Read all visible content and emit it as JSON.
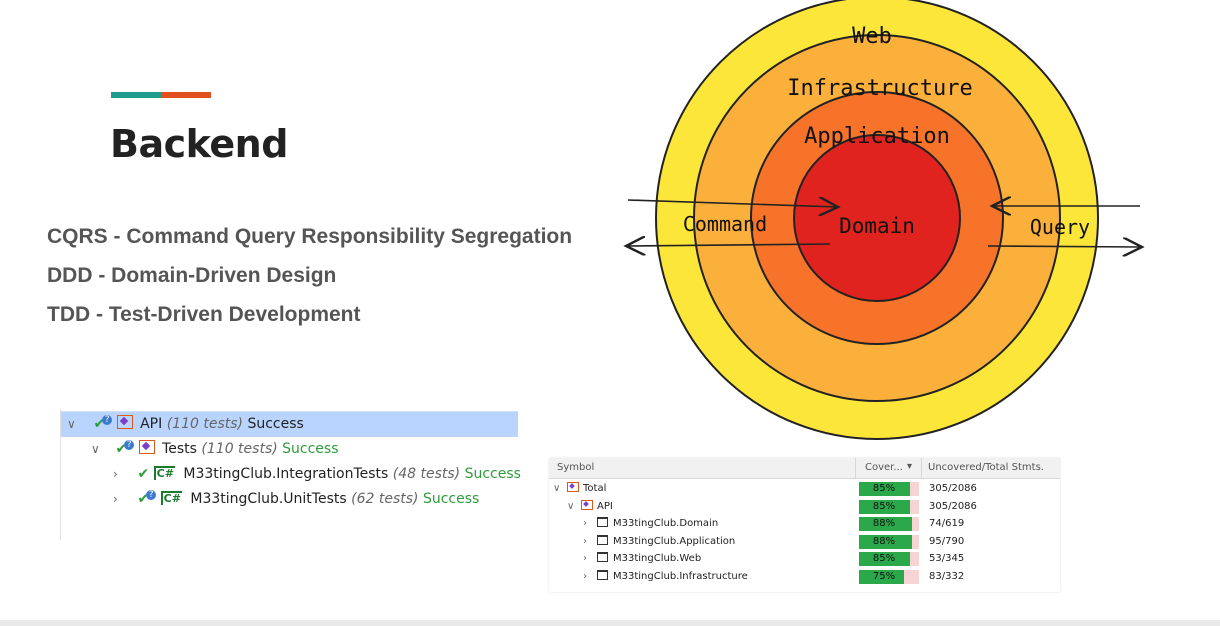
{
  "slide": {
    "title": "Backend",
    "bullets": [
      "CQRS - Command Query Responsibility Segregation",
      "DDD - Domain-Driven Design",
      "TDD - Test-Driven Development"
    ],
    "accent_colors": [
      "#1e9c8c",
      "#e2501f"
    ]
  },
  "diagram": {
    "layers": [
      {
        "label": "Web",
        "color": "#fde63a"
      },
      {
        "label": "Infrastructure",
        "color": "#fbb03b"
      },
      {
        "label": "Application",
        "color": "#f7732a"
      },
      {
        "label": "Domain",
        "color": "#e0231e"
      }
    ],
    "left_label": "Command",
    "right_label": "Query"
  },
  "test_tree": {
    "rows": [
      {
        "name": "API",
        "count": "(110 tests)",
        "status": "Success"
      },
      {
        "name": "Tests",
        "count": "(110 tests)",
        "status": "Success"
      },
      {
        "name": "M33tingClub.IntegrationTests",
        "count": "(48 tests)",
        "status": "Success"
      },
      {
        "name": "M33tingClub.UnitTests",
        "count": "(62 tests)",
        "status": "Success"
      }
    ]
  },
  "coverage": {
    "headers": {
      "symbol": "Symbol",
      "coverage": "Cover...",
      "uncovered": "Uncovered/Total Stmts."
    },
    "rows": [
      {
        "name": "Total",
        "pct": "85%",
        "value": 0.85,
        "stmts": "305/2086"
      },
      {
        "name": "API",
        "pct": "85%",
        "value": 0.85,
        "stmts": "305/2086"
      },
      {
        "name": "M33tingClub.Domain",
        "pct": "88%",
        "value": 0.88,
        "stmts": "74/619"
      },
      {
        "name": "M33tingClub.Application",
        "pct": "88%",
        "value": 0.88,
        "stmts": "95/790"
      },
      {
        "name": "M33tingClub.Web",
        "pct": "85%",
        "value": 0.85,
        "stmts": "53/345"
      },
      {
        "name": "M33tingClub.Infrastructure",
        "pct": "75%",
        "value": 0.75,
        "stmts": "83/332"
      }
    ]
  }
}
